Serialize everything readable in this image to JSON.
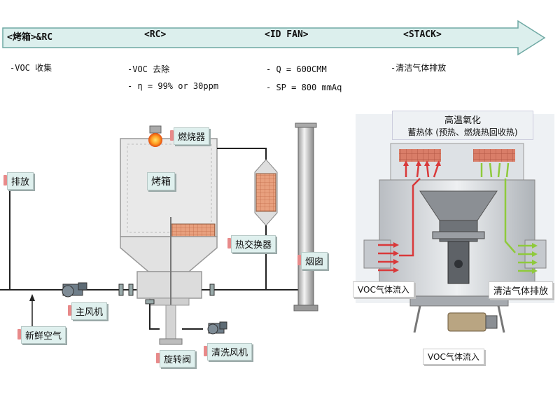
{
  "process_flow": {
    "stages": [
      {
        "label": "<烤箱>&RC"
      },
      {
        "label": "<RC>"
      },
      {
        "label": "<ID FAN>"
      },
      {
        "label": "<STACK>"
      }
    ],
    "notes": [
      {
        "text": "-VOC 收集"
      },
      {
        "text": "-VOC 去除"
      },
      {
        "text": "-  η = 99% or 30ppm"
      },
      {
        "text": "- Q = 600CMM"
      },
      {
        "text": "- SP = 800 mmAq"
      },
      {
        "text": "-清洁气体排放"
      }
    ]
  },
  "system_diagram": {
    "labels": {
      "discharge": "排放",
      "burner": "燃烧器",
      "oven": "烤箱",
      "heat_exchanger": "热交换器",
      "chimney": "烟囱",
      "main_fan": "主风机",
      "fresh_air": "新鲜空气",
      "rotary_valve": "旋转阀",
      "cleaning_fan": "清洗风机"
    }
  },
  "oxidizer_diagram": {
    "title_line1": "高温氧化",
    "title_line2": "蓄热体 (预热、燃烧热回收热)",
    "labels": {
      "voc_in_left": "VOC气体流入",
      "clean_out": "清洁气体排放",
      "voc_in_bottom": "VOC气体流入"
    }
  },
  "colors": {
    "arrow_fill": "#dcefed",
    "arrow_stroke": "#6fa9a4",
    "callout_tab": "#e88a8a",
    "hot_arrow": "#d9393a",
    "clean_arrow": "#8fca3c"
  }
}
